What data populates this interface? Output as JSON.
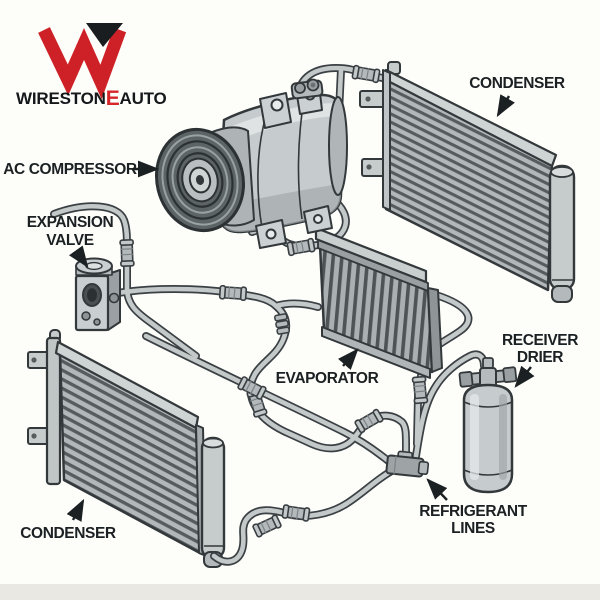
{
  "brand": {
    "name_pre": "WIRESTON",
    "name_accent": "E",
    "name_post": "AUTO",
    "mark": "w-chevron-logo",
    "mark_red": "#ce2127",
    "mark_black": "#1a1d20"
  },
  "labels": {
    "ac_compressor": "AC COMPRESSOR",
    "condenser_top": "CONDENSER",
    "expansion_valve": [
      "EXPANSION",
      "VALVE"
    ],
    "evaporator": "EVAPORATOR",
    "receiver_drier": [
      "RECEIVER",
      "DRIER"
    ],
    "condenser_bottom": "CONDENSER",
    "refrigerant_lines": [
      "REFRIGERANT",
      "LINES"
    ]
  },
  "colors": {
    "background": "#fdfdfa",
    "footer_band": "#eae8e2",
    "outline": "#33383b",
    "metal_light": "#d4d8d9",
    "metal_mid": "#b4babc",
    "metal_dark": "#8f9597",
    "fin_dark": "#565c5e",
    "pipe_fill": "#c3c8c9",
    "label_text": "#1b2023",
    "logo_red": "#ce2127"
  }
}
